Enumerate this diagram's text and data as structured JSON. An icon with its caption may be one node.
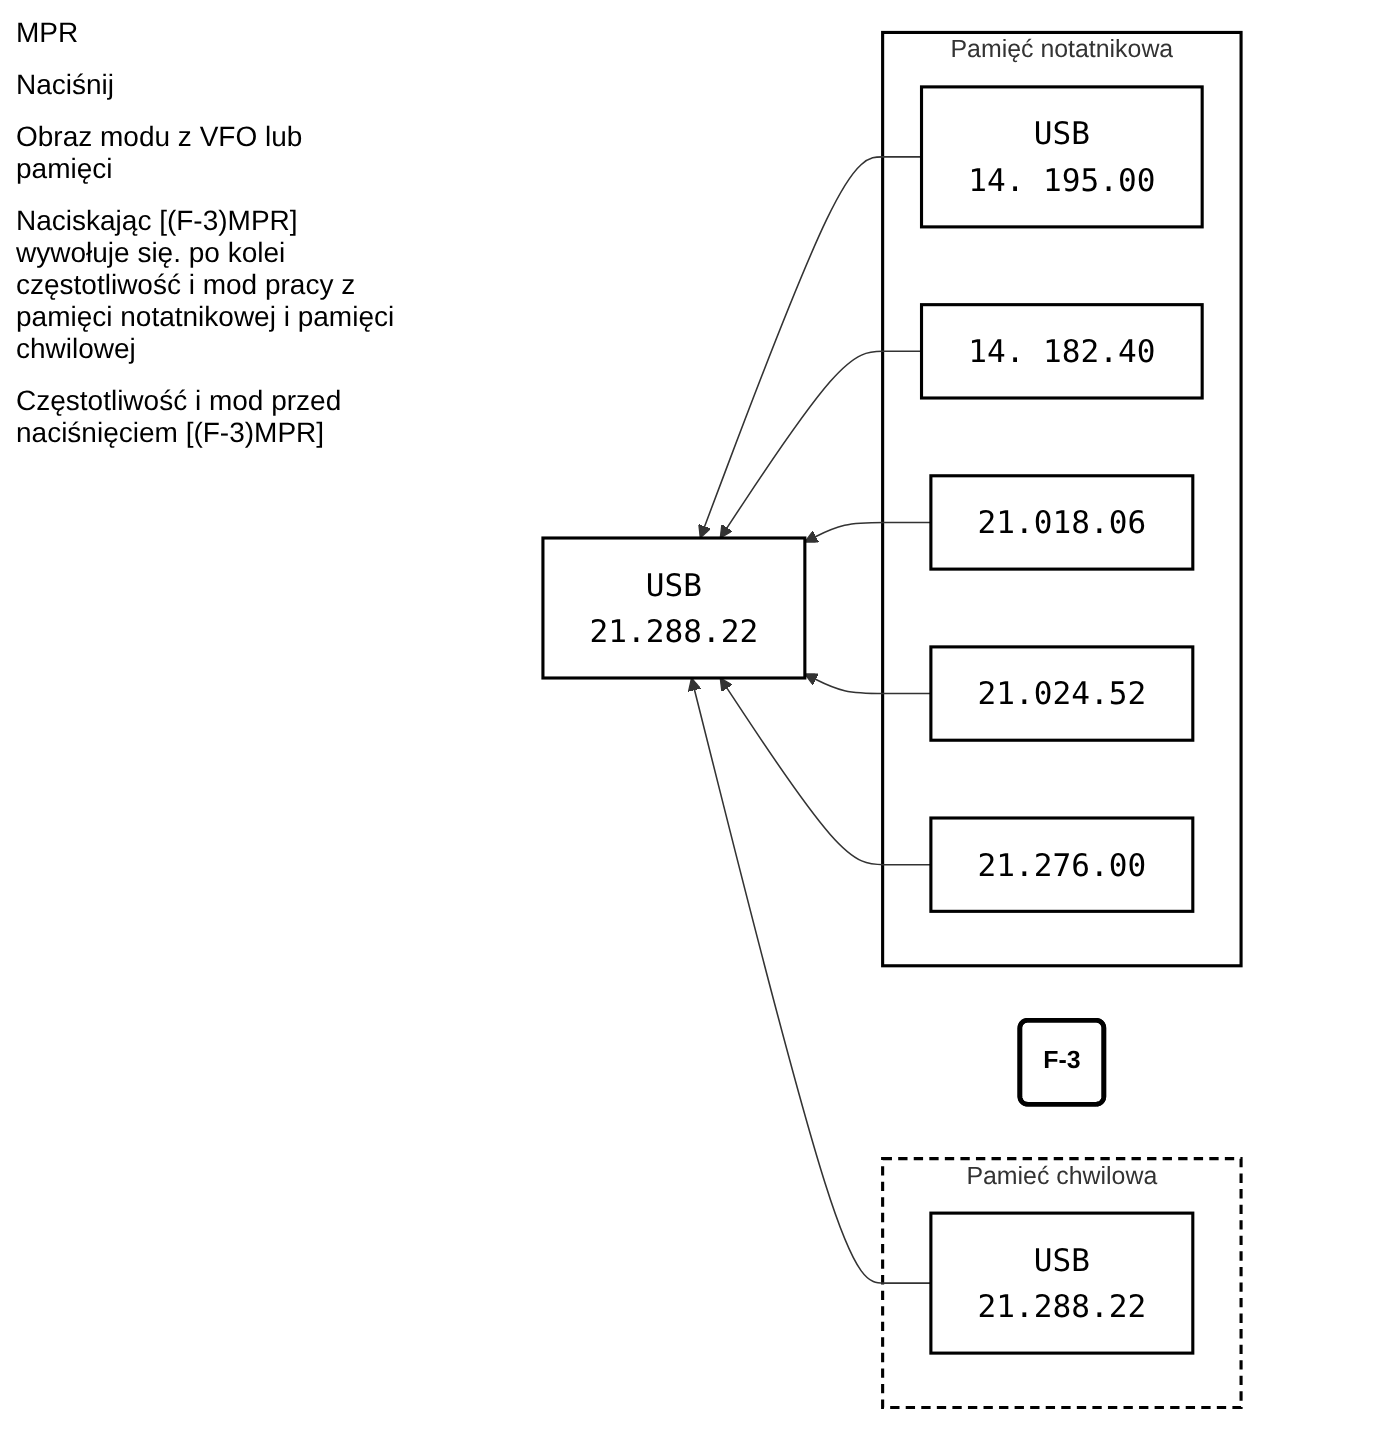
{
  "diagram": {
    "nodes": [
      {
        "text": [
          "F-3"
        ]
      },
      {
        "text": [
          "Pamięć notatnikowa"
        ]
      },
      {
        "text": [
          "USB",
          "14. 195.00"
        ],
        "in": 1
      },
      {
        "text": [
          "14. 182.40"
        ],
        "in": 1
      },
      {
        "text": [
          "21.018.06"
        ],
        "in": 1
      },
      {
        "text": [
          "21.024.52"
        ],
        "in": 1
      },
      {
        "text": [
          "21.276.00"
        ],
        "in": 1
      },
      {
        "text": [
          "USB",
          "21.288.22"
        ]
      },
      {
        "text": [
          "Pamieć chwilowa"
        ]
      },
      {
        "text": [
          "USB",
          "21.288.22"
        ],
        "in": 8
      }
    ],
    "edges": [
      {
        "from": 2,
        "to": 7,
        "arrow": "to"
      },
      {
        "from": 3,
        "to": 7,
        "arrow": "to"
      },
      {
        "from": 4,
        "to": 7,
        "arrow": "to"
      },
      {
        "from": 5,
        "to": 7,
        "arrow": "to"
      },
      {
        "from": 6,
        "to": 7,
        "arrow": "to"
      },
      {
        "from": 9,
        "to": 7,
        "arrow": "to"
      }
    ],
    "labels": [
      "MPR",
      "Naciśnij",
      "Obraz modu z VFO lub pamięci",
      "Naciskając [(F-3)MPR] wywołuje się. po kolei częstotliwość i mod pracy z pamięci notatnikowej i pamięci chwilowej",
      "Częstotliwość  i mod przed naciśnięciem [(F-3)MPR]"
    ]
  }
}
